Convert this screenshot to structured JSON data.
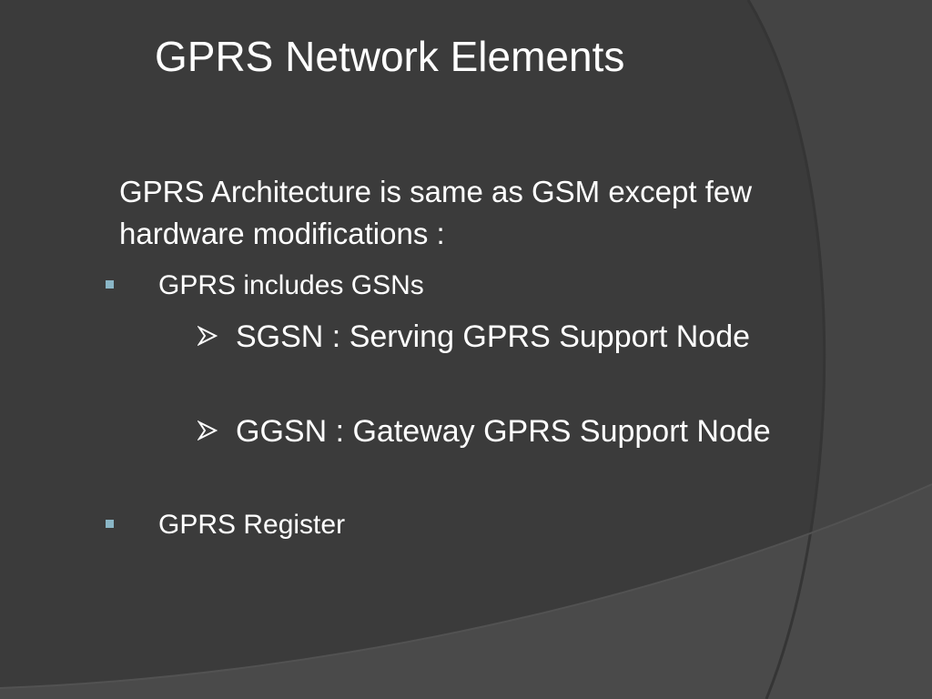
{
  "slide": {
    "title": "GPRS Network Elements",
    "intro": "GPRS Architecture is same as GSM except few hardware modifications :",
    "bullets": [
      {
        "text": "GPRS includes GSNs",
        "sub_items": [
          {
            "text": "SGSN  : Serving GPRS Support Node"
          },
          {
            "text": "GGSN : Gateway GPRS Support Node"
          }
        ]
      },
      {
        "text": "GPRS Register"
      }
    ]
  },
  "icons": {
    "bullet": "square-bullet-icon",
    "sub_bullet": "arrow-bullet-icon"
  },
  "colors": {
    "background": "#3f3f3f",
    "text": "#ffffff",
    "bullet_accent": "#8ab6c6"
  }
}
